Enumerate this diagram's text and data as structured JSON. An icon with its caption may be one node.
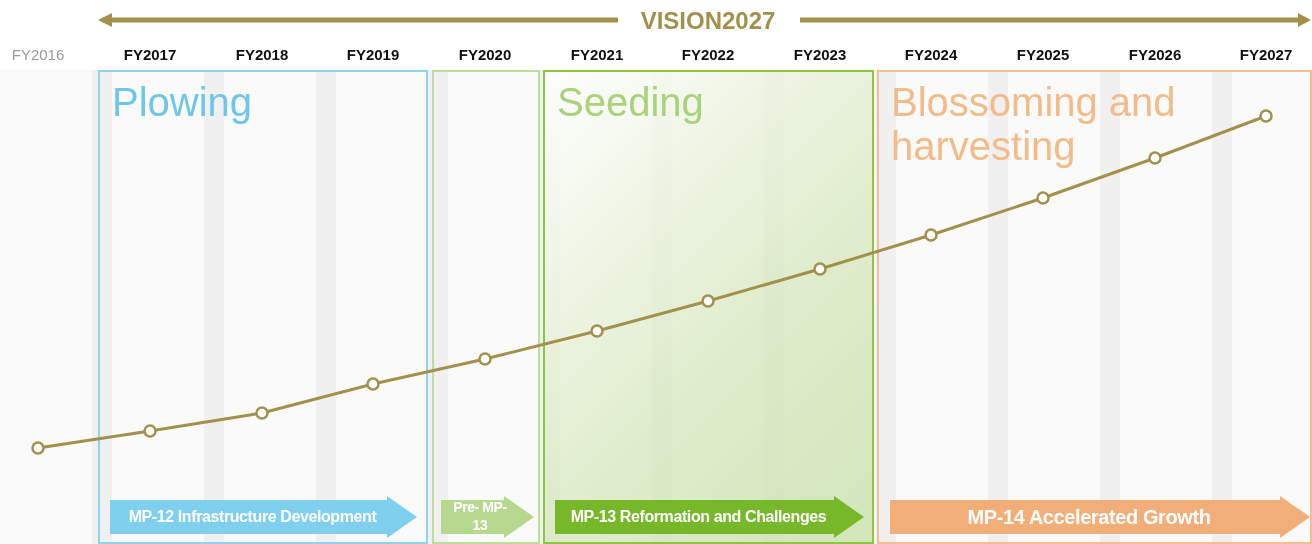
{
  "diagram": {
    "title": "VISION2027",
    "nodes": [
      {
        "text": [
          "Plowing"
        ]
      },
      {
        "text": [
          "MP-12 Infrastructure Development"
        ],
        "in": 0
      },
      {
        "text": [],
        "shape": "box"
      },
      {
        "text": [
          "Pre- MP-13"
        ],
        "in": 2
      },
      {
        "text": [
          "Seeding"
        ]
      },
      {
        "text": [
          "MP-13 Reformation and Challenges"
        ],
        "in": 4
      },
      {
        "text": [
          "Blossoming and harvesting"
        ]
      },
      {
        "text": [
          "MP-14 Accelerated Growth"
        ],
        "in": 6
      }
    ],
    "edges": [],
    "labels": [
      "FY2016",
      "FY2017",
      "FY2018",
      "FY2019",
      "FY2020",
      "FY2021",
      "FY2022",
      "FY2023",
      "FY2024",
      "FY2025",
      "FY2026",
      "FY2027"
    ]
  }
}
